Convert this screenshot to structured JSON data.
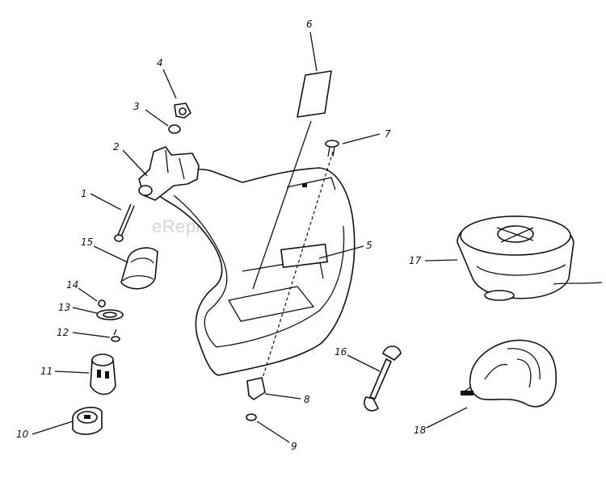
{
  "watermark": "eReplacementParts.com",
  "callouts": [
    {
      "key": "p1",
      "label": "1"
    },
    {
      "key": "p2",
      "label": "2"
    },
    {
      "key": "p3",
      "label": "3"
    },
    {
      "key": "p4",
      "label": "4"
    },
    {
      "key": "p5",
      "label": "5"
    },
    {
      "key": "p6",
      "label": "6"
    },
    {
      "key": "p7",
      "label": "7"
    },
    {
      "key": "p8",
      "label": "8"
    },
    {
      "key": "p9",
      "label": "9"
    },
    {
      "key": "p10",
      "label": "10"
    },
    {
      "key": "p11",
      "label": "11"
    },
    {
      "key": "p12",
      "label": "12"
    },
    {
      "key": "p13",
      "label": "13"
    },
    {
      "key": "p14",
      "label": "14"
    },
    {
      "key": "p15",
      "label": "15"
    },
    {
      "key": "p16",
      "label": "16"
    },
    {
      "key": "p17",
      "label": "17"
    },
    {
      "key": "p18",
      "label": "18"
    }
  ]
}
